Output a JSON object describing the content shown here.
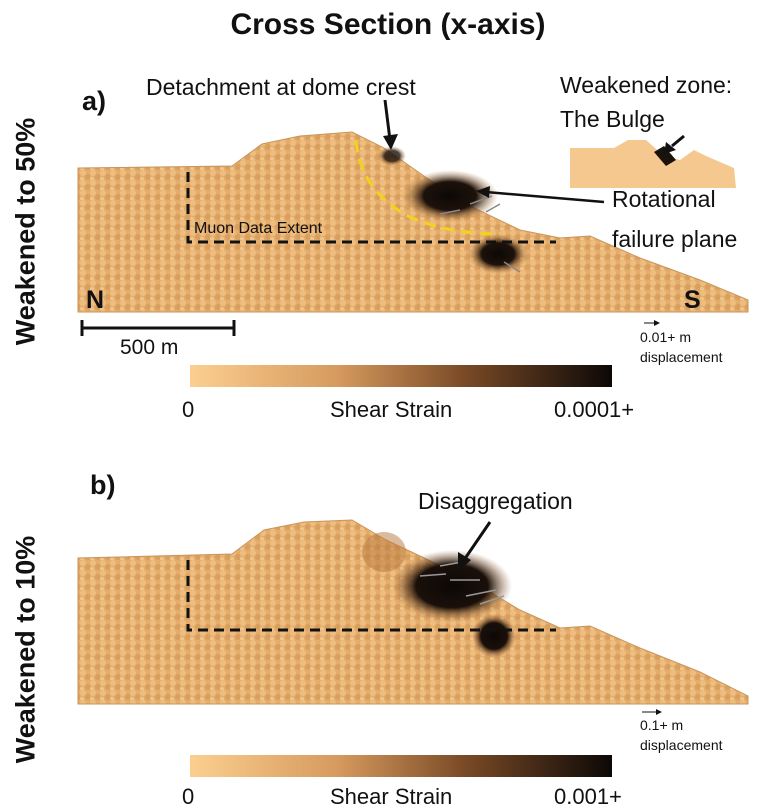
{
  "title": "Cross Section (x-axis)",
  "colors": {
    "slope": "#e7b373",
    "strain_low": "#f9c98a",
    "strain_high": "#0c0806",
    "dashed_line": "#111111",
    "failure_arc": "#f5d21a",
    "inset_fill": "#f5c88f"
  },
  "panels": [
    {
      "letter": "a)",
      "side_label": "Weakened to 50%",
      "muon_label": "Muon Data Extent",
      "annotation_crest": "Detachment at dome crest",
      "annotation_failure_line1": "Rotational",
      "annotation_failure_line2": "failure plane",
      "inset_title_line1": "Weakened zone:",
      "inset_title_line2": "The Bulge",
      "compass_left": "N",
      "compass_right": "S",
      "scale_bar_label": "500 m",
      "displacement_line1": "0.01+ m",
      "displacement_line2": "displacement",
      "colorbar_min": "0",
      "colorbar_label": "Shear Strain",
      "colorbar_max": "0.0001+"
    },
    {
      "letter": "b)",
      "side_label": "Weakened to 10%",
      "annotation": "Disaggregation",
      "displacement_line1": "0.1+ m",
      "displacement_line2": "displacement",
      "colorbar_min": "0",
      "colorbar_label": "Shear Strain",
      "colorbar_max": "0.001+"
    }
  ]
}
